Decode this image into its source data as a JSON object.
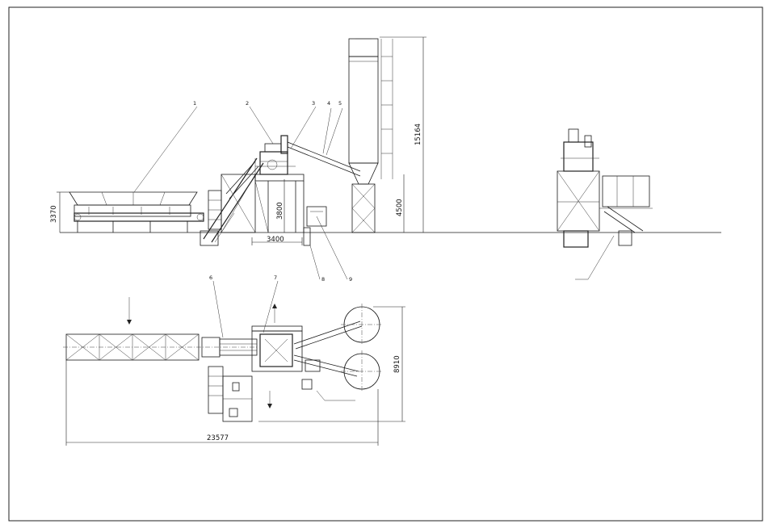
{
  "drawing": {
    "type": "batching-plant-general-arrangement",
    "dimensions": {
      "hopper_height": "3370",
      "discharge_height": "3800",
      "mixer_base_width": "3400",
      "silo_support_height": "4500",
      "silo_total_height": "15164",
      "plan_depth": "8910",
      "plan_length": "23577"
    },
    "callouts": [
      "1",
      "2",
      "3",
      "4",
      "5",
      "6",
      "7",
      "8",
      "9"
    ]
  }
}
